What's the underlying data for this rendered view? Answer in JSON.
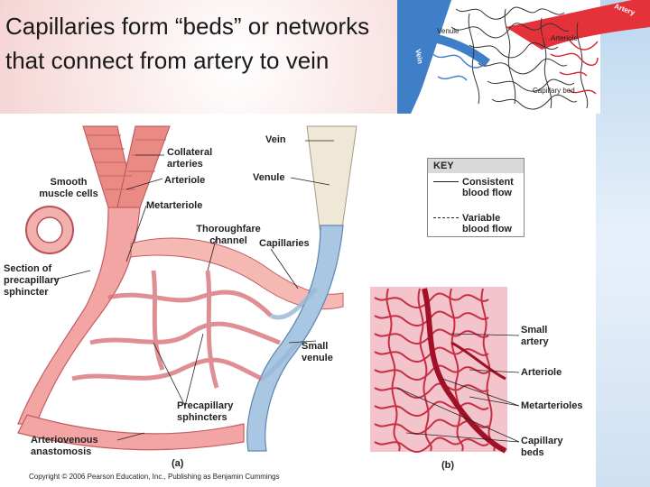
{
  "slide": {
    "title": "Capillaries form “beds” or networks that connect from artery to vein"
  },
  "top_inset": {
    "labels": {
      "artery": "Artery",
      "arteriole": "Arteriole",
      "venule": "Venule",
      "vein": "Vein",
      "capillary_bed": "Capillary bed"
    }
  },
  "diagram_a": {
    "labels": {
      "vein": "Vein",
      "collateral_arteries": "Collateral arteries",
      "venule": "Venule",
      "arteriole": "Arteriole",
      "smooth_muscle_cells": "Smooth muscle cells",
      "metarteriole": "Metarteriole",
      "thoroughfare_channel": "Thoroughfare channel",
      "capillaries": "Capillaries",
      "section_of_precapillary_sphincter": "Section of precapillary sphincter",
      "small_venule": "Small venule",
      "precapillary_sphincters": "Precapillary sphincters",
      "arteriovenous_anastomosis": "Arteriovenous anastomosis"
    },
    "part_label": "(a)"
  },
  "key": {
    "heading": "KEY",
    "consistent": "Consistent blood flow",
    "variable": "Variable blood flow"
  },
  "micrograph_b": {
    "labels": {
      "small_artery": "Small artery",
      "arteriole": "Arteriole",
      "metarterioles": "Metarterioles",
      "capillary_beds": "Capillary beds"
    },
    "part_label": "(b)"
  },
  "copyright": "Copyright © 2006 Pearson Education, Inc., Publishing as Benjamin Cummings",
  "colors": {
    "artery": "#e8747a",
    "vein": "#8fb4d9",
    "capillary_red": "#c0142d",
    "micrograph_bg": "#f4c4cc"
  }
}
